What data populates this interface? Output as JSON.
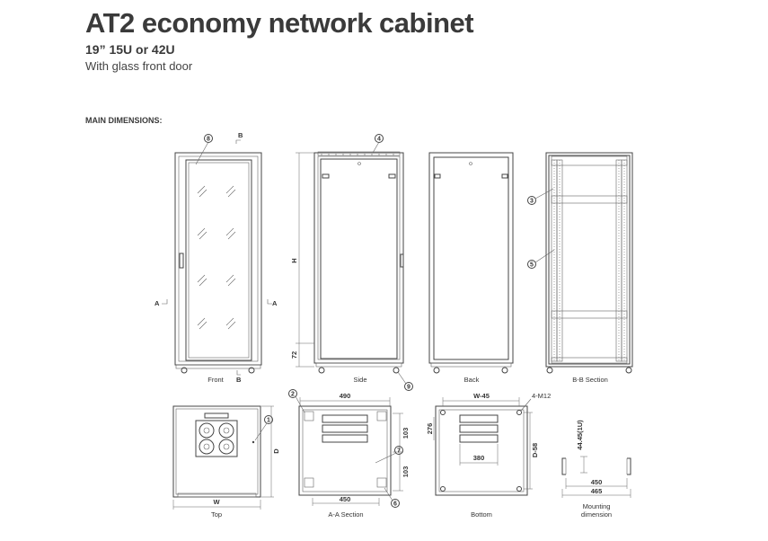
{
  "header": {
    "title": "AT2 economy network cabinet",
    "subtitle": "19” 15U or 42U",
    "description": "With glass front door",
    "section_label": "MAIN DIMENSIONS:"
  },
  "views": {
    "front": "Front",
    "side": "Side",
    "back": "Back",
    "bb_section": "B-B  Section",
    "top": "Top",
    "aa_section": "A-A  Section",
    "bottom": "Bottom",
    "mounting_1": "Mounting",
    "mounting_2": "dimension"
  },
  "markers": {
    "a": "A",
    "b": "B"
  },
  "dimensions": {
    "h": "H",
    "d72": "72",
    "d490": "490",
    "d276": "276",
    "d103a": "103",
    "d103b": "103",
    "d450": "450",
    "w": "W",
    "d": "D",
    "w45": "W-45",
    "m12": "4-M12",
    "d58": "D-58",
    "d380": "380",
    "u": "44.45(1U)",
    "m450": "450",
    "m465": "465"
  },
  "callouts": [
    "1",
    "2",
    "3",
    "4",
    "5",
    "6",
    "7",
    "8",
    "9"
  ]
}
